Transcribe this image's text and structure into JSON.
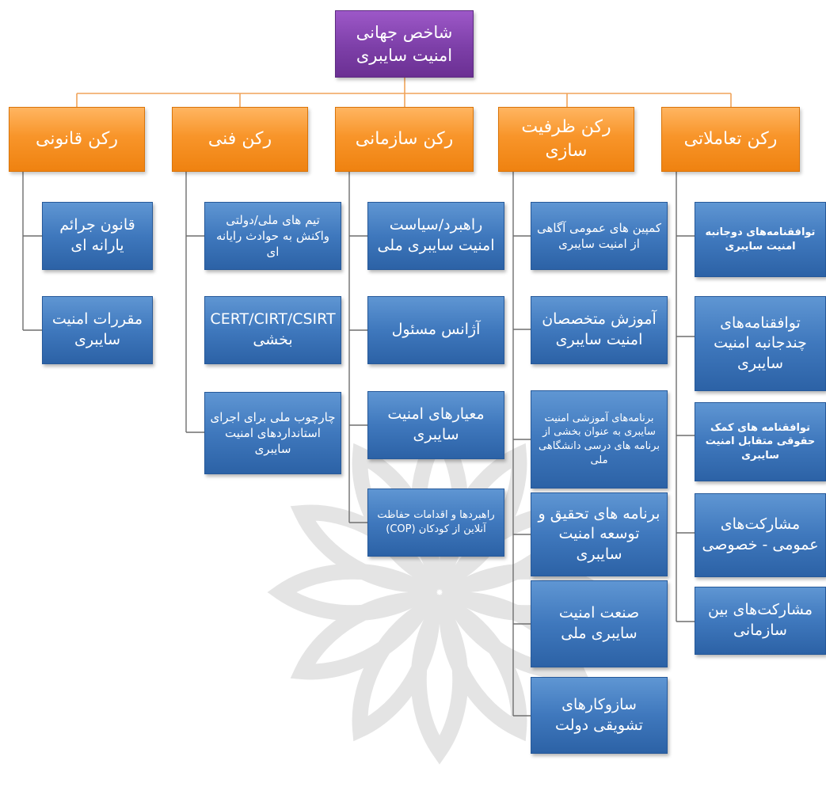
{
  "root": {
    "line1": "شاخص جهانی",
    "line2": "امنیت سایبری"
  },
  "pillars": {
    "legal": "رکن قانونی",
    "technical": "رکن فنی",
    "organizational": "رکن سازمانی",
    "capacity": "رکن ظرفیت سازی",
    "cooperation": "رکن تعاملاتی"
  },
  "legal_items": [
    "قانون جرائم یارانه ای",
    "مقررات امنیت سایبری"
  ],
  "technical_items": [
    "تیم های ملی/دولتی واکنش به حوادث رایانه ای",
    "CERT/CIRT/CSIRT بخشی",
    "چارچوب ملی برای اجرای استانداردهای امنیت سایبری"
  ],
  "organizational_items": [
    "راهبرد/سیاست امنیت سایبری ملی",
    "آژانس مسئول",
    "معیارهای امنیت سایبری",
    "راهبردها و اقدامات حفاظت آنلاین از کودکان (COP)"
  ],
  "capacity_items": [
    "کمپین های عمومی آگاهی از امنیت سایبری",
    "آموزش متخصصان امنیت سایبری",
    "برنامه‌های آموزشی امنیت سایبری به عنوان بخشی از برنامه های درسی دانشگاهی ملی",
    "برنامه های تحقیق و توسعه امنیت سایبری",
    "صنعت امنیت سایبری ملی",
    "سازوکارهای تشویقی دولت"
  ],
  "cooperation_items": [
    "توافقنامه‌های دوجانبه امنیت سایبری",
    "توافقنامه‌های چندجانبه امنیت سایبری",
    "توافقنامه های کمک حقوقی متقابل امنیت سایبری",
    "مشارکت‌های عمومی - خصوصی",
    "مشارکت‌های بین سازمانی"
  ]
}
